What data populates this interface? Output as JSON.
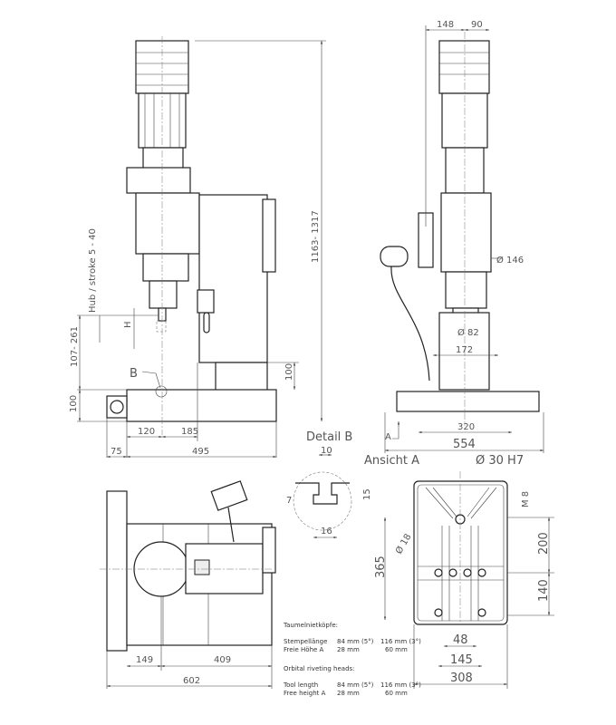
{
  "front_view": {
    "dims": {
      "overall_height": "1163- 1317",
      "stroke": "Hub / stroke 5 - 40",
      "h": "H",
      "work_height": "107- 261",
      "base_height": "100",
      "column_step": "100",
      "detail_ref": "B",
      "d120": "120",
      "d185": "185",
      "d75": "75",
      "d495": "495"
    }
  },
  "side_view": {
    "dims": {
      "d148": "148",
      "d90": "90",
      "d146": "Ø 146",
      "d82": "Ø 82",
      "d172": "172",
      "d320": "320",
      "d554": "554",
      "view_ref": "A"
    }
  },
  "detail_b": {
    "title": "Detail B",
    "d10": "10",
    "d7": "7",
    "d15": "15",
    "d16": "16"
  },
  "view_a": {
    "title": "Ansicht A",
    "d30": "Ø 30 H7",
    "m8": "M 8",
    "d18": "Ø 18",
    "d365": "365",
    "d200": "200",
    "d140": "140",
    "d48": "48",
    "d145": "145",
    "d308": "308"
  },
  "top_view": {
    "dims": {
      "d149": "149",
      "d409": "409",
      "d602": "602"
    }
  },
  "spec_table": {
    "de_heading": "Taumelnietköpfe:",
    "de_rows": [
      {
        "label": "Stempellänge",
        "v5": "84 mm (5°)",
        "v3": "116 mm (3°)"
      },
      {
        "label": "Freie Höhe A",
        "v5": "28 mm",
        "v3": "60 mm"
      }
    ],
    "en_heading": "Orbital riveting heads:",
    "en_rows": [
      {
        "label": "Tool length",
        "v5": "84 mm (5°)",
        "v3": "116 mm (3°)"
      },
      {
        "label": "Free height A",
        "v5": "28 mm",
        "v3": "60 mm"
      }
    ]
  }
}
